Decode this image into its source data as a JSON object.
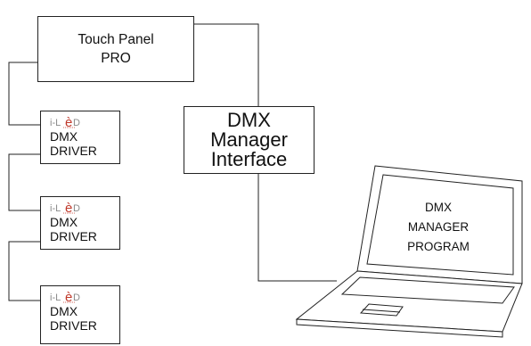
{
  "touch_panel": {
    "line1": "Touch Panel",
    "line2": "PRO"
  },
  "dmx_manager_interface": {
    "line1": "DMX",
    "line2": "Manager",
    "line3": "Interface"
  },
  "drivers": [
    {
      "logo": "i-LèD",
      "line1": "DMX",
      "line2": "DRIVER"
    },
    {
      "logo": "i-LèD",
      "line1": "DMX",
      "line2": "DRIVER"
    },
    {
      "logo": "i-LèD",
      "line1": "DMX",
      "line2": "DRIVER"
    }
  ],
  "laptop": {
    "line1": "DMX",
    "line2": "MANAGER",
    "line3": "PROGRAM",
    "icon": "laptop-icon"
  },
  "colors": {
    "line": "#222222",
    "logo_gray": "#8a8a8a",
    "logo_red": "#c0392b"
  }
}
